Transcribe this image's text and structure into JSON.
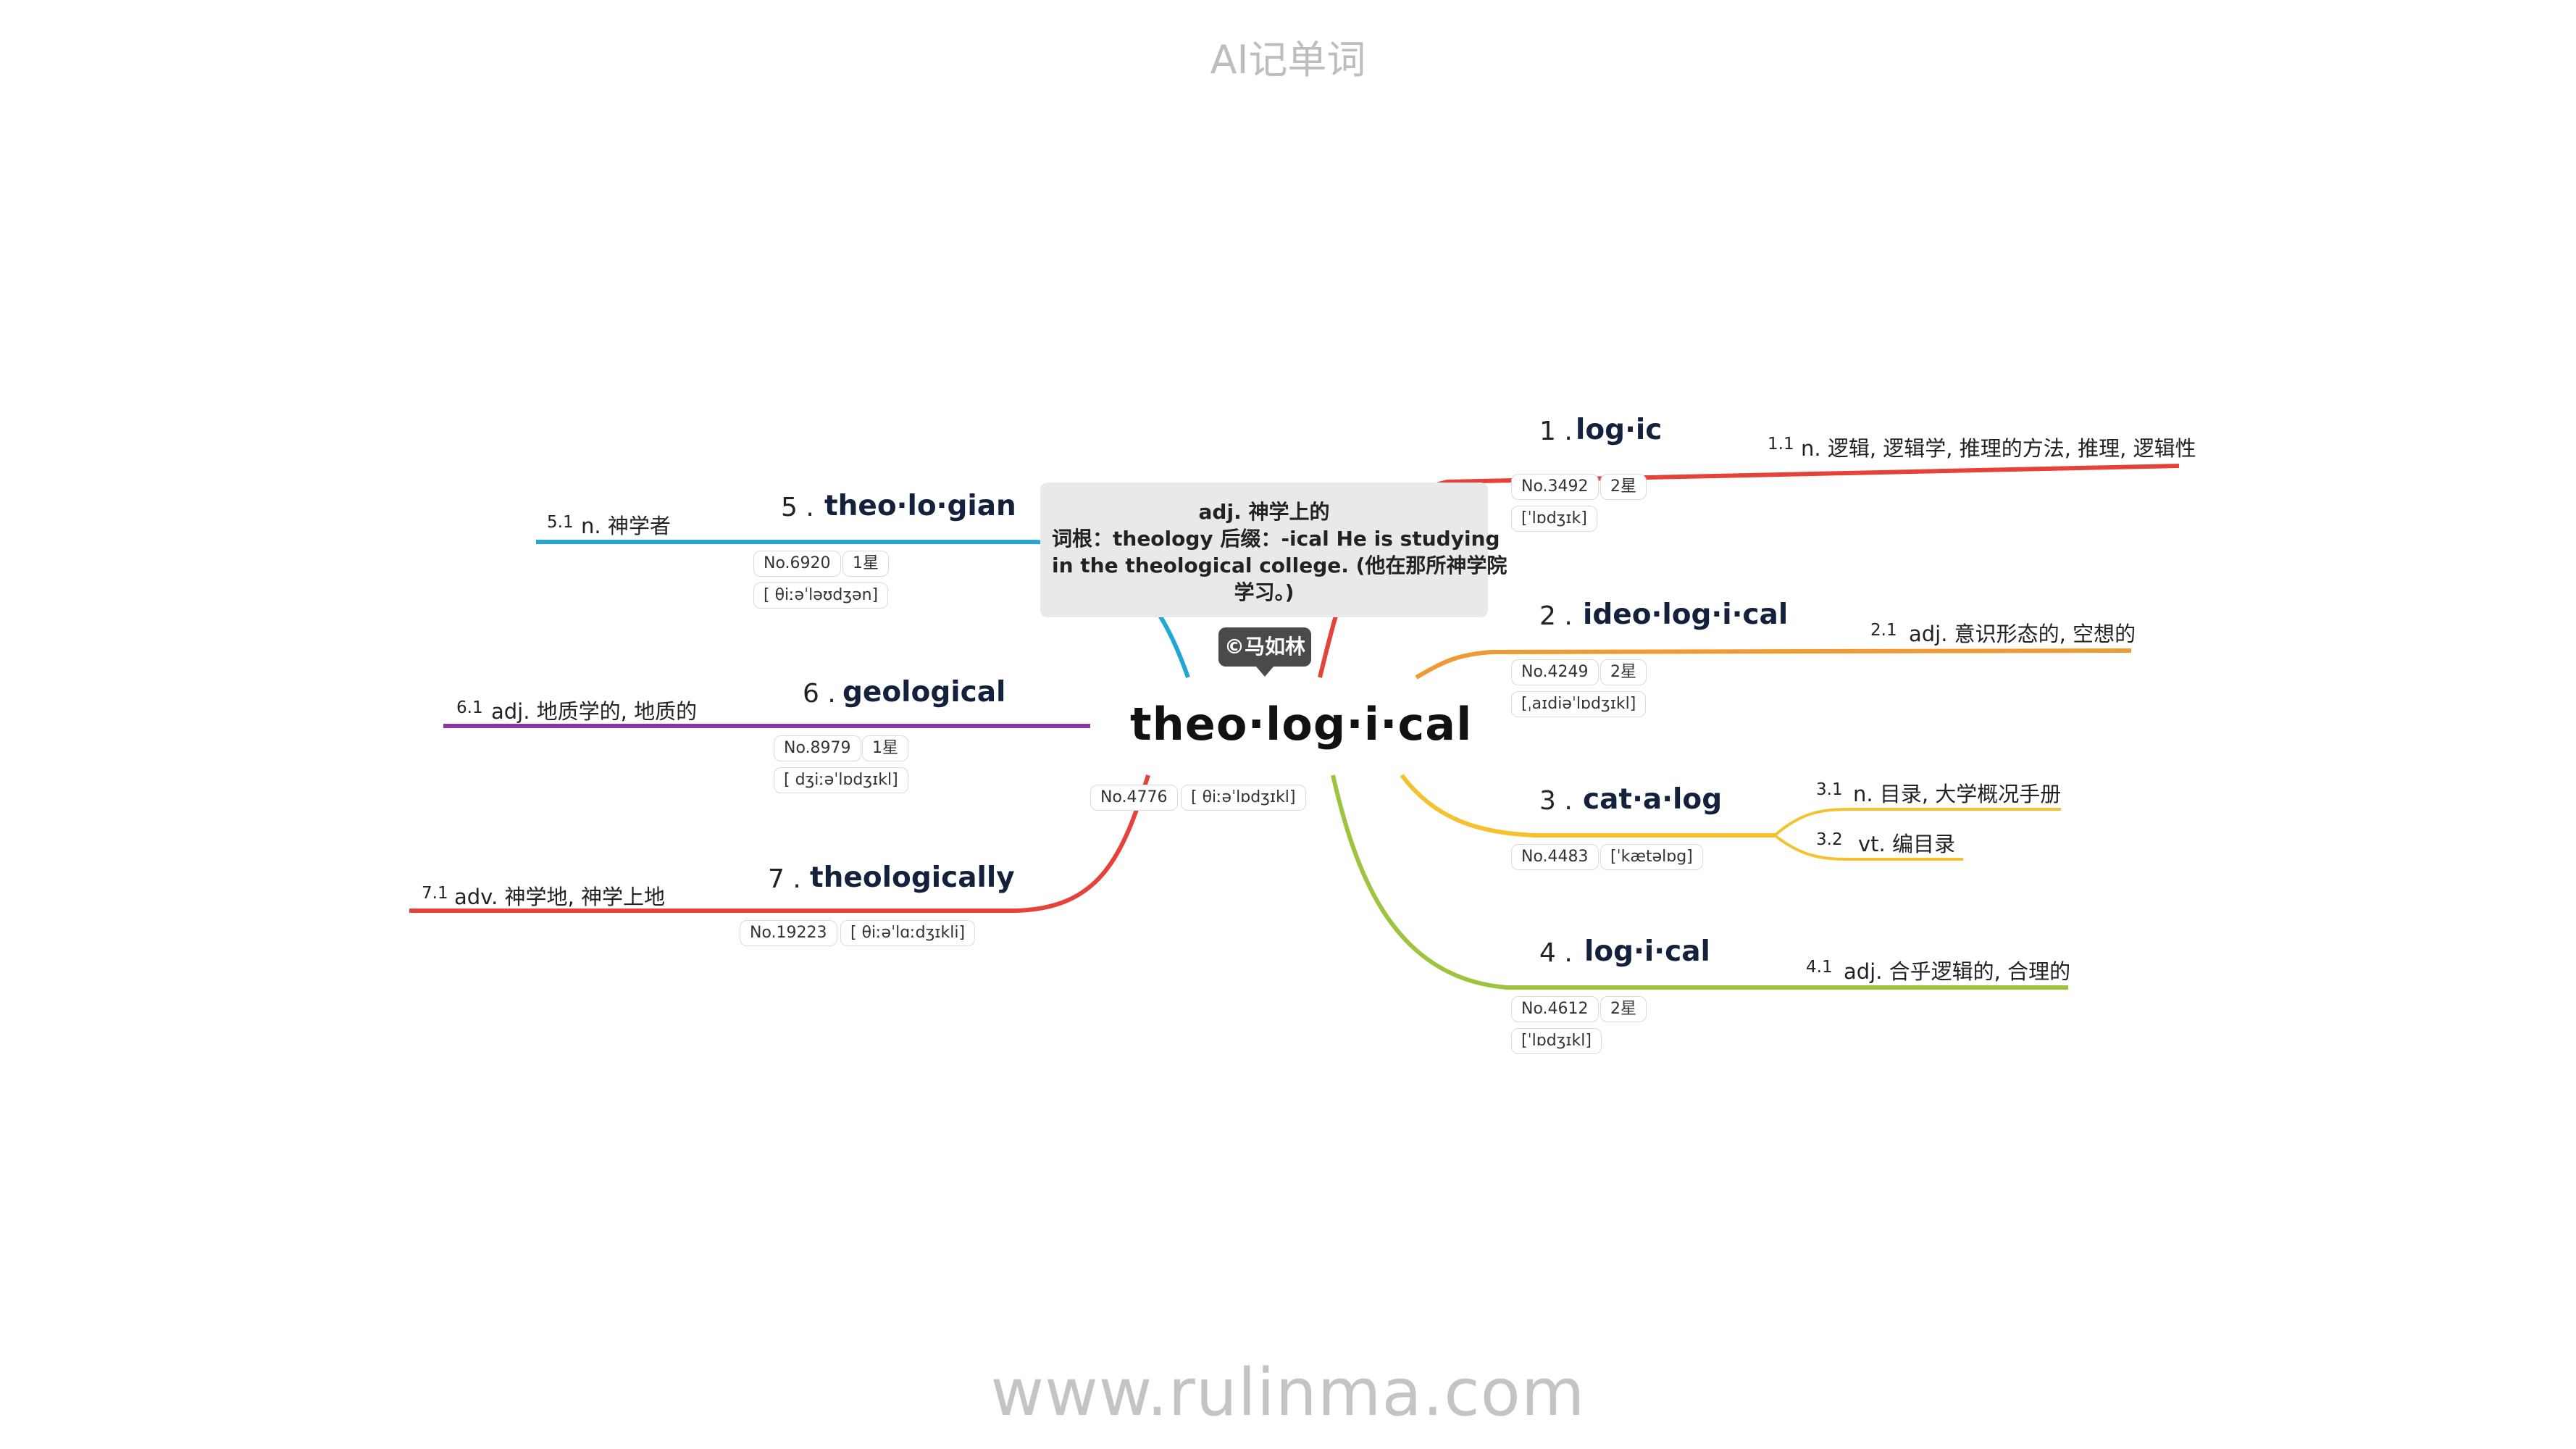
{
  "header": {
    "title": "AI记单词"
  },
  "center": {
    "word": "theo·log·i·cal",
    "tags": {
      "no": "No.4776",
      "phonetic": "[ θiːəˈlɒdʒɪkl]"
    }
  },
  "note": {
    "lines": [
      "adj. 神学上的",
      "词根：theology 后缀：-ical He is studying",
      "in the theological college. (他在那所神学院",
      "学习。)"
    ]
  },
  "author_badge": {
    "label": "©马如林"
  },
  "branches": [
    {
      "num": "1 .",
      "word": "log·ic",
      "color": "#e5423a",
      "tags": [
        "No.3492",
        "2星",
        "[ˈlɒdʒɪk]"
      ],
      "senses": [
        {
          "num": "1.1",
          "text": "n. 逻辑, 逻辑学, 推理的方法, 推理, 逻辑性"
        }
      ]
    },
    {
      "num": "2 .",
      "word": "ideo·log·i·cal",
      "color": "#f09a33",
      "tags": [
        "No.4249",
        "2星",
        "[ˌaɪdiəˈlɒdʒɪkl]"
      ],
      "senses": [
        {
          "num": "2.1",
          "text": "adj. 意识形态的, 空想的"
        }
      ]
    },
    {
      "num": "3 .",
      "word": "cat·a·log",
      "color": "#f5c12e",
      "tags": [
        "No.4483",
        "[ˈkætəlɒg]"
      ],
      "senses": [
        {
          "num": "3.1",
          "text": "n. 目录, 大学概况手册"
        },
        {
          "num": "3.2",
          "text": "vt. 编目录"
        }
      ]
    },
    {
      "num": "4 .",
      "word": "log·i·cal",
      "color": "#9cc43f",
      "tags": [
        "No.4612",
        "2星",
        "[ˈlɒdʒɪkl]"
      ],
      "senses": [
        {
          "num": "4.1",
          "text": "adj. 合乎逻辑的, 合理的"
        }
      ]
    },
    {
      "num": "5 .",
      "word": "theo·lo·gian",
      "color": "#22a7d4",
      "tags": [
        "No.6920",
        "1星",
        "[ θiːəˈləʊdʒən]"
      ],
      "senses": [
        {
          "num": "5.1",
          "text": "n. 神学者"
        }
      ]
    },
    {
      "num": "6 .",
      "word": "geological",
      "color": "#8a35a6",
      "tags": [
        "No.8979",
        "1星",
        "[ dʒiːəˈlɒdʒɪkl]"
      ],
      "senses": [
        {
          "num": "6.1",
          "text": "adj. 地质学的, 地质的"
        }
      ]
    },
    {
      "num": "7 .",
      "word": "theologically",
      "color": "#e5423a",
      "tags": [
        "No.19223",
        "[ θiːəˈlɑːdʒɪkli]"
      ],
      "senses": [
        {
          "num": "7.1",
          "text": "adv. 神学地, 神学上地"
        }
      ]
    }
  ],
  "footer": {
    "url": "www.rulinma.com"
  }
}
